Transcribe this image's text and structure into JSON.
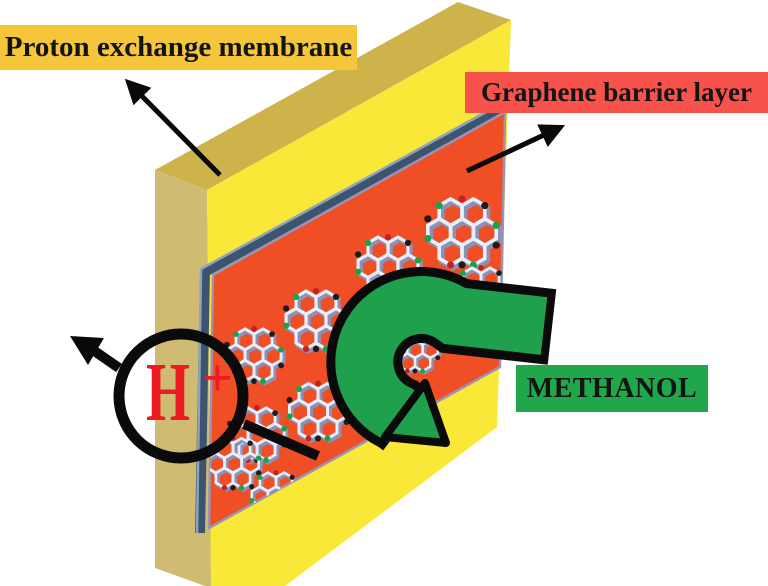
{
  "labels": {
    "pem": "Proton exchange membrane",
    "graphene": "Graphene barrier layer",
    "methanol": "METHANOL"
  },
  "proton": {
    "symbol": "H",
    "charge": "+",
    "color": "#EC1B22"
  },
  "colors": {
    "pem_label_bg": "#F5C63B",
    "graphene_label_bg": "#F7534C",
    "methanol_label_bg": "#21A74B",
    "membrane_front_face": "#F9E838",
    "membrane_side_face": "#D0BB72",
    "membrane_top_face": "#CDB34A",
    "barrier_face": "#F04E24",
    "barrier_edge": "#3C5470",
    "barrier_outline": "#9A93B5",
    "flake_bond_light": "#EDEFF8",
    "flake_bond_shadow": "#8A92B8",
    "flake_atom_colors": [
      "#19A24A",
      "#C32222",
      "#1C1C1C"
    ],
    "green_arrow": "#1FA04C",
    "black_arrow": "#0A0A0A"
  }
}
